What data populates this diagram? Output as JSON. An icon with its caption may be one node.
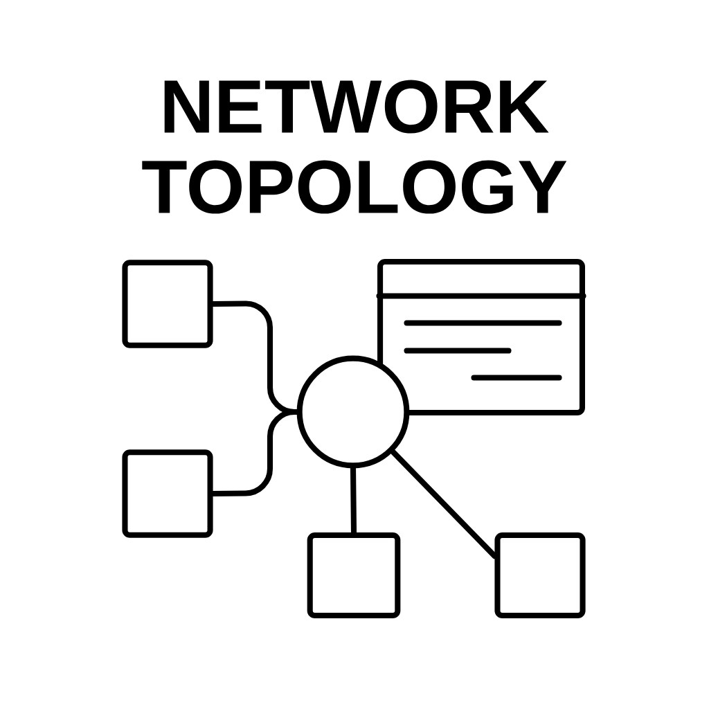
{
  "diagram": {
    "title": "NETWORK TOPOLOGY",
    "nodes": [
      {
        "text": [],
        "shape": "box"
      },
      {
        "text": [],
        "shape": "picture"
      },
      {
        "text": [],
        "shape": "circle"
      },
      {
        "text": [],
        "shape": "box"
      },
      {
        "text": [],
        "shape": "box"
      },
      {
        "text": [],
        "shape": "box"
      }
    ],
    "edges": [
      {
        "from": 0,
        "to": 2,
        "arrow": "none"
      },
      {
        "from": 3,
        "to": 2,
        "arrow": "none"
      },
      {
        "from": 2,
        "to": 4,
        "arrow": "none"
      },
      {
        "from": 2,
        "to": 5,
        "arrow": "none"
      }
    ]
  }
}
